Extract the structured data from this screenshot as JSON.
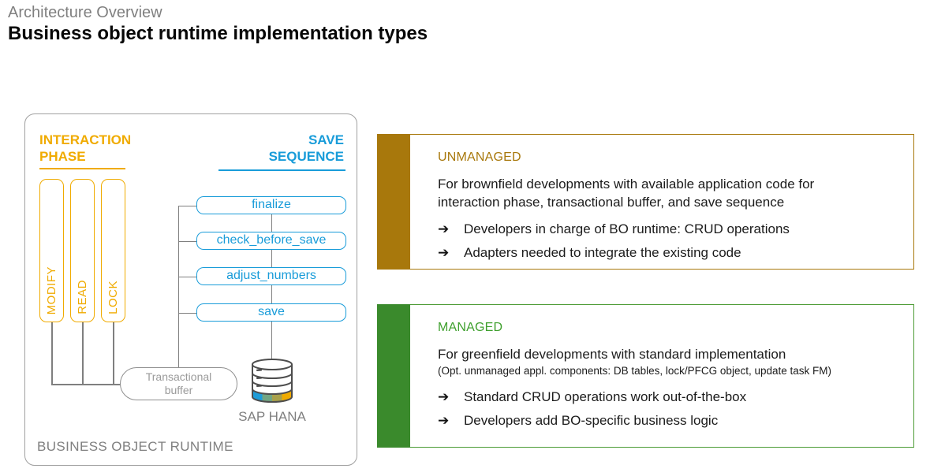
{
  "header": {
    "eyebrow": "Architecture Overview",
    "title": "Business object runtime implementation types"
  },
  "diagram": {
    "interaction_phase_label": "INTERACTION\nPHASE",
    "save_sequence_label": "SAVE\nSEQUENCE",
    "interaction_boxes": [
      "MODIFY",
      "READ",
      "LOCK"
    ],
    "save_steps": [
      "finalize",
      "check_before_save",
      "adjust_numbers",
      "save"
    ],
    "buffer_label": "Transactional\nbuffer",
    "database_label": "SAP HANA",
    "container_label": "BUSINESS OBJECT RUNTIME"
  },
  "cards": [
    {
      "title": "UNMANAGED",
      "description_lines": [
        "For brownfield developments with available application code for",
        "interaction phase, transactional buffer, and save sequence"
      ],
      "bullets": [
        "Developers in charge of BO runtime: CRUD operations",
        "Adapters needed to integrate the existing code"
      ]
    },
    {
      "title": "MANAGED",
      "description_lines": [
        "For greenfield developments with standard implementation"
      ],
      "note": "(Opt. unmanaged appl. components: DB tables, lock/PFCG object, update task FM)",
      "bullets": [
        "Standard CRUD operations work out-of-the-box",
        "Developers add BO-specific business logic"
      ]
    }
  ],
  "bullet_glyph": "➔",
  "colors": {
    "gold": "#F0AB00",
    "dark-gold": "#A8780C",
    "blue": "#199CD9",
    "green-bar": "#3A8A2C",
    "green-text": "#3FA02E",
    "green-border": "#4C9B35",
    "line-gray": "#7F7F7F",
    "label-gray": "#808080",
    "buffer-gray": "#9A9A9A",
    "container-border": "#A0A0A0",
    "text-dark": "#1A1A1A",
    "hana-blue": "#1E9CD8",
    "hana-sage": "#72A583",
    "hana-olive": "#A9A14B",
    "hana-gold": "#F0AB00",
    "db-outline": "#4D4D4D"
  }
}
